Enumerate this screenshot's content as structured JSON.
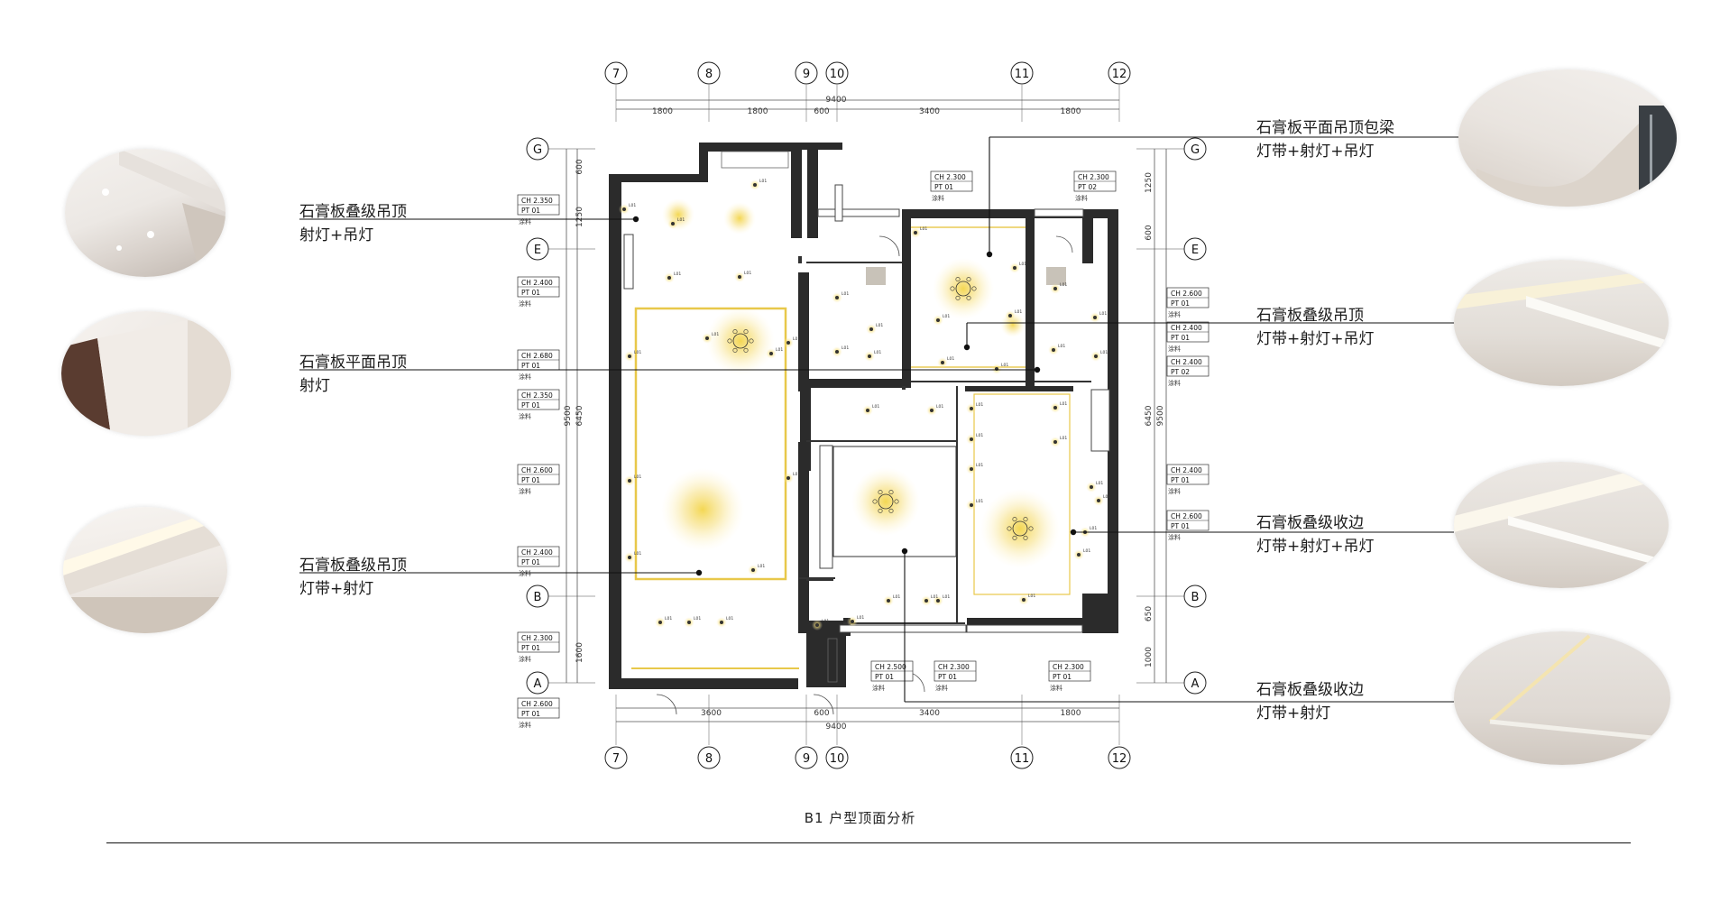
{
  "grid": {
    "axes_top": [
      "7",
      "8",
      "9",
      "10",
      "11",
      "12"
    ],
    "axes_bottom": [
      "7",
      "8",
      "9",
      "10",
      "11",
      "12"
    ],
    "axes_side": [
      "G",
      "E",
      "B",
      "A"
    ],
    "top_dims": [
      "1800",
      "1800",
      "600",
      "3400",
      "1800"
    ],
    "top_total": "9400",
    "bottom_dims": [
      "3600",
      "600",
      "3400",
      "1800"
    ],
    "bottom_total": "9400",
    "left_dims": [
      "600",
      "1250",
      "1600"
    ],
    "left_total": [
      "9500",
      "6450"
    ],
    "right_dims": [
      "1250",
      "600",
      "650",
      "1000"
    ],
    "right_total": [
      "6450",
      "9500"
    ]
  },
  "tags": {
    "left": [
      {
        "ch": "CH 2.350",
        "pt": "PT 01",
        "note": "涂料"
      },
      {
        "ch": "CH 2.400",
        "pt": "PT 01",
        "note": "涂料"
      },
      {
        "ch": "CH 2.680",
        "pt": "PT 01",
        "note": "涂料"
      },
      {
        "ch": "CH 2.350",
        "pt": "PT 01",
        "note": "涂料"
      },
      {
        "ch": "CH 2.600",
        "pt": "PT 01",
        "note": "涂料"
      },
      {
        "ch": "CH 2.400",
        "pt": "PT 01",
        "note": "涂料"
      },
      {
        "ch": "CH 2.300",
        "pt": "PT 01",
        "note": "涂料"
      },
      {
        "ch": "CH 2.600",
        "pt": "PT 01",
        "note": "涂料"
      }
    ],
    "right": [
      {
        "ch": "CH 2.600",
        "pt": "PT 01",
        "note": "涂料"
      },
      {
        "ch": "CH 2.400",
        "pt": "PT 01",
        "note": "涂料"
      },
      {
        "ch": "CH 2.400",
        "pt": "PT 02",
        "note": "涂料"
      },
      {
        "ch": "CH 2.400",
        "pt": "PT 01",
        "note": "涂料"
      },
      {
        "ch": "CH 2.600",
        "pt": "PT 01",
        "note": "涂料"
      }
    ],
    "top": [
      {
        "ch": "CH 2.300",
        "pt": "PT 01",
        "note": "涂料"
      },
      {
        "ch": "CH 2.300",
        "pt": "PT 02",
        "note": "涂料"
      }
    ],
    "bottom": [
      {
        "ch": "CH 2.500",
        "pt": "PT 01",
        "note": "涂料"
      },
      {
        "ch": "CH 2.300",
        "pt": "PT 01",
        "note": "涂料"
      },
      {
        "ch": "CH 2.300",
        "pt": "PT 01",
        "note": "涂料"
      }
    ]
  },
  "annotations": {
    "left": [
      {
        "line1": "石膏板叠级吊顶",
        "line2": "射灯+吊灯"
      },
      {
        "line1": "石膏板平面吊顶",
        "line2": "射灯"
      },
      {
        "line1": "石膏板叠级吊顶",
        "line2": "灯带+射灯"
      }
    ],
    "right": [
      {
        "line1": "石膏板平面吊顶包梁",
        "line2": "灯带+射灯+吊灯"
      },
      {
        "line1": "石膏板叠级吊顶",
        "line2": "灯带+射灯+吊灯"
      },
      {
        "line1": "石膏板叠级收边",
        "line2": "灯带+射灯+吊灯"
      },
      {
        "line1": "石膏板叠级收边",
        "line2": "灯带+射灯"
      }
    ]
  },
  "light_label": "L01",
  "caption": "B1 户型顶面分析",
  "colors": {
    "wall": "#2b2b2b",
    "strip": "#e8c84a",
    "glow": "#f3d54a"
  }
}
